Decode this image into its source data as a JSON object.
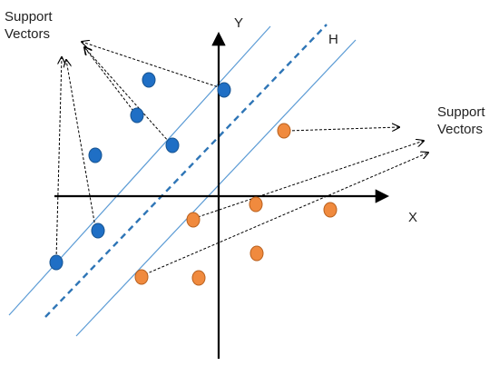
{
  "labels": {
    "support_vectors_left": [
      "Support",
      "Vectors"
    ],
    "support_vectors_right": [
      "Support",
      "Vectors"
    ],
    "axis_x": "X",
    "axis_y": "Y",
    "hyperplane": "H"
  },
  "colors": {
    "blue_fill": "#1f6fc5",
    "blue_stroke": "#15528f",
    "orange_fill": "#f08a3e",
    "orange_stroke": "#b85f1c",
    "margin_line": "#5b9bd5",
    "hyperplane": "#2e75b6",
    "axis": "#000000",
    "arrow": "#000000"
  },
  "points": {
    "blue": [
      "b1",
      "b2",
      "b3",
      "b4",
      "b5",
      "b6",
      "b7"
    ],
    "orange": [
      "o1",
      "o2",
      "o3",
      "o4",
      "o5",
      "o6",
      "o7"
    ]
  },
  "support_vectors": {
    "blue": [
      "b1",
      "b4",
      "b5",
      "b6",
      "b7"
    ],
    "orange": [
      "o1",
      "o2",
      "o4"
    ]
  }
}
